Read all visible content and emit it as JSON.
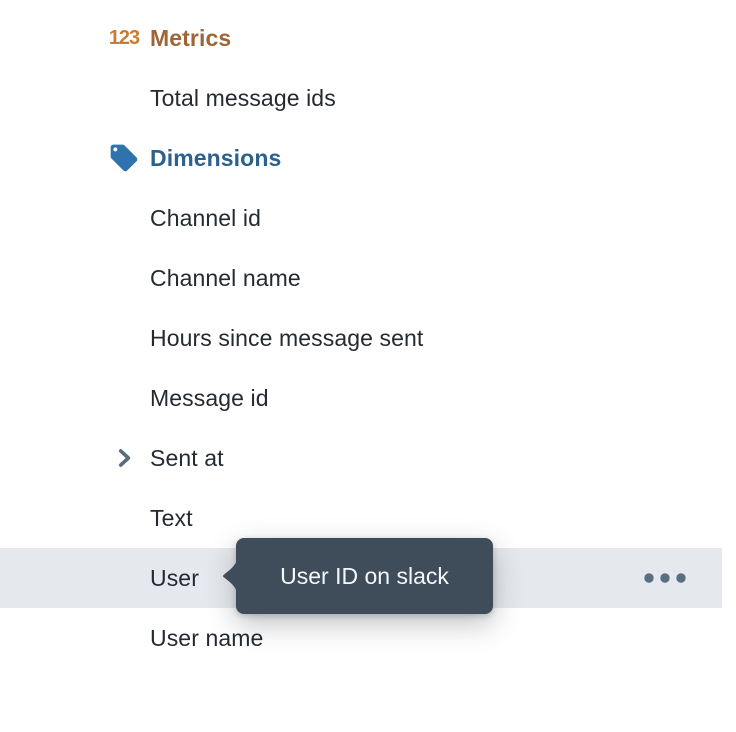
{
  "colors": {
    "metrics_header_text": "#9e6637",
    "metrics_icon": "#ca7c33",
    "dimensions_header_text": "#2b618e",
    "dimensions_icon": "#2e73ad",
    "row_text": "#242a31",
    "row_highlight_bg": "#e5e8ec",
    "muted_icon": "#5a6d7e",
    "tooltip_bg": "#3f4c59",
    "tooltip_text": "#f5f8fa"
  },
  "sections": {
    "metrics": {
      "header": "Metrics",
      "icon_text": "123",
      "items": [
        {
          "label": "Total message ids"
        }
      ]
    },
    "dimensions": {
      "header": "Dimensions",
      "items": [
        {
          "label": "Channel id"
        },
        {
          "label": "Channel name"
        },
        {
          "label": "Hours since message sent"
        },
        {
          "label": "Message id"
        },
        {
          "label": "Sent at"
        },
        {
          "label": "Text"
        },
        {
          "label": "User"
        },
        {
          "label": "User name"
        }
      ]
    }
  },
  "tooltip": {
    "text": "User ID on slack"
  }
}
